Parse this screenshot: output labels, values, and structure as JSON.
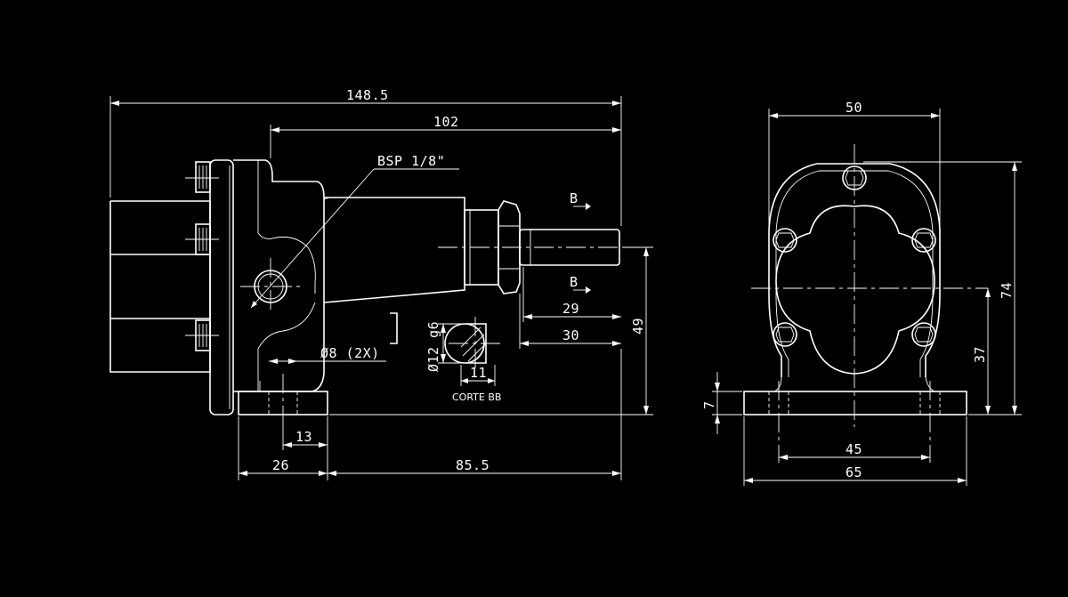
{
  "side_view": {
    "overall_length": "148.5",
    "body_length": "102",
    "port_thread": "BSP 1/8\"",
    "shaft_length": "29",
    "shaft_projection": "30",
    "height_to_axis": "49",
    "mount_holes": "Ø8 (2X)",
    "hole_offset": "13",
    "base_length": "26",
    "base_to_end": "85.5",
    "section_mark": "B"
  },
  "section_bb": {
    "label": "CORTE BB",
    "shaft_diameter": "Ø12 g6",
    "flat_width": "11"
  },
  "front_view": {
    "width": "50",
    "overall_height": "74",
    "axis_height": "37",
    "base_thickness": "7",
    "hole_spacing": "45",
    "base_width": "65"
  },
  "colors": {
    "background": "#000000",
    "line": "#ffffff"
  }
}
